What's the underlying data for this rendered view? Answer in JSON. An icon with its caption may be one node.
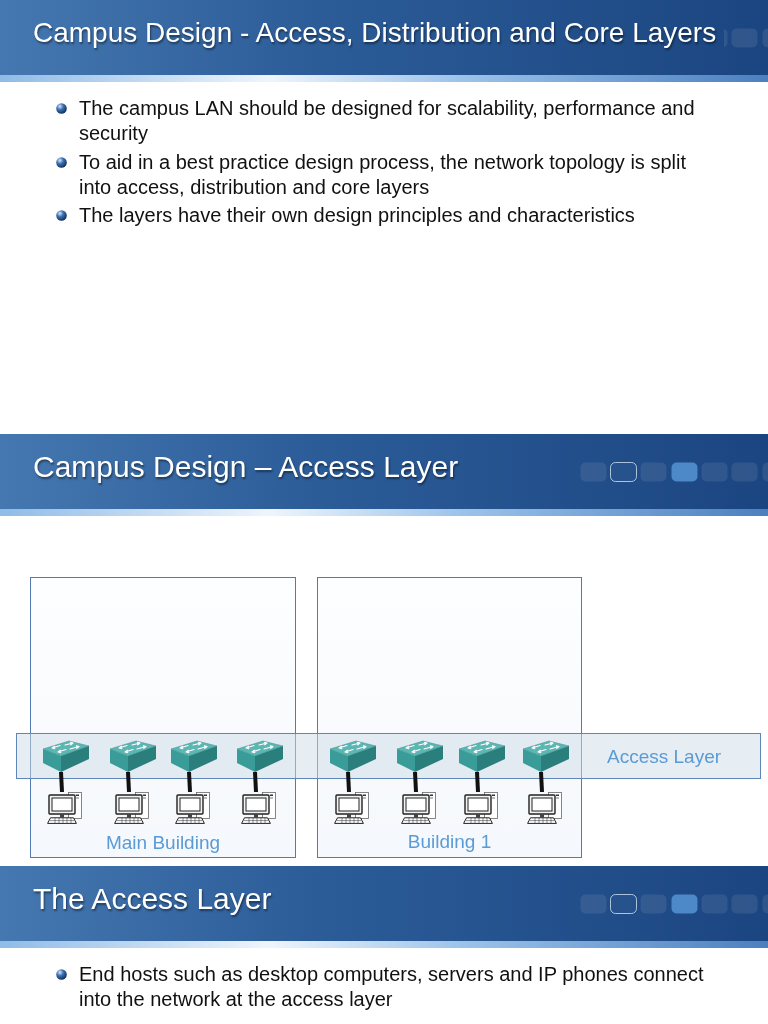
{
  "diagram": {
    "nodes": [
      {
        "text": [
          "Main Building"
        ]
      },
      {
        "text": [
          "Building 1"
        ]
      },
      {
        "text": [
          "Access Layer"
        ]
      },
      {
        "text": [],
        "shape": "picture"
      },
      {
        "text": [],
        "shape": "picture"
      },
      {
        "text": [],
        "shape": "picture"
      },
      {
        "text": [],
        "shape": "picture"
      },
      {
        "text": [],
        "shape": "picture"
      },
      {
        "text": [],
        "shape": "picture"
      },
      {
        "text": [],
        "shape": "picture"
      },
      {
        "text": [],
        "shape": "picture"
      },
      {
        "text": [],
        "shape": "picture",
        "in": 0
      },
      {
        "text": [],
        "shape": "picture",
        "in": 0
      },
      {
        "text": [],
        "shape": "picture",
        "in": 0
      },
      {
        "text": [],
        "shape": "picture",
        "in": 0
      },
      {
        "text": [],
        "shape": "picture",
        "in": 1
      },
      {
        "text": [],
        "shape": "picture",
        "in": 1
      },
      {
        "text": [],
        "shape": "picture",
        "in": 1
      },
      {
        "text": [],
        "shape": "picture",
        "in": 1
      }
    ],
    "edges": [
      {
        "from": 3,
        "to": 11,
        "arrow": "none"
      },
      {
        "from": 4,
        "to": 12,
        "arrow": "none"
      },
      {
        "from": 5,
        "to": 13,
        "arrow": "none"
      },
      {
        "from": 6,
        "to": 14,
        "arrow": "none"
      },
      {
        "from": 7,
        "to": 15,
        "arrow": "none"
      },
      {
        "from": 8,
        "to": 16,
        "arrow": "none"
      },
      {
        "from": 9,
        "to": 17,
        "arrow": "none"
      },
      {
        "from": 10,
        "to": 18,
        "arrow": "none"
      }
    ],
    "labels": [
      "Campus Design - Access, Distribution and Core Layers",
      "The campus LAN should be designed for scalability, performance and security",
      "To aid in a best practice design process, the network topology is split into access, distribution and core layers",
      "The layers have their own design principles and characteristics",
      "Campus Design – Access Layer",
      "The Access Layer",
      "End hosts such as desktop computers, servers and IP phones connect into the network at the access layer"
    ]
  }
}
